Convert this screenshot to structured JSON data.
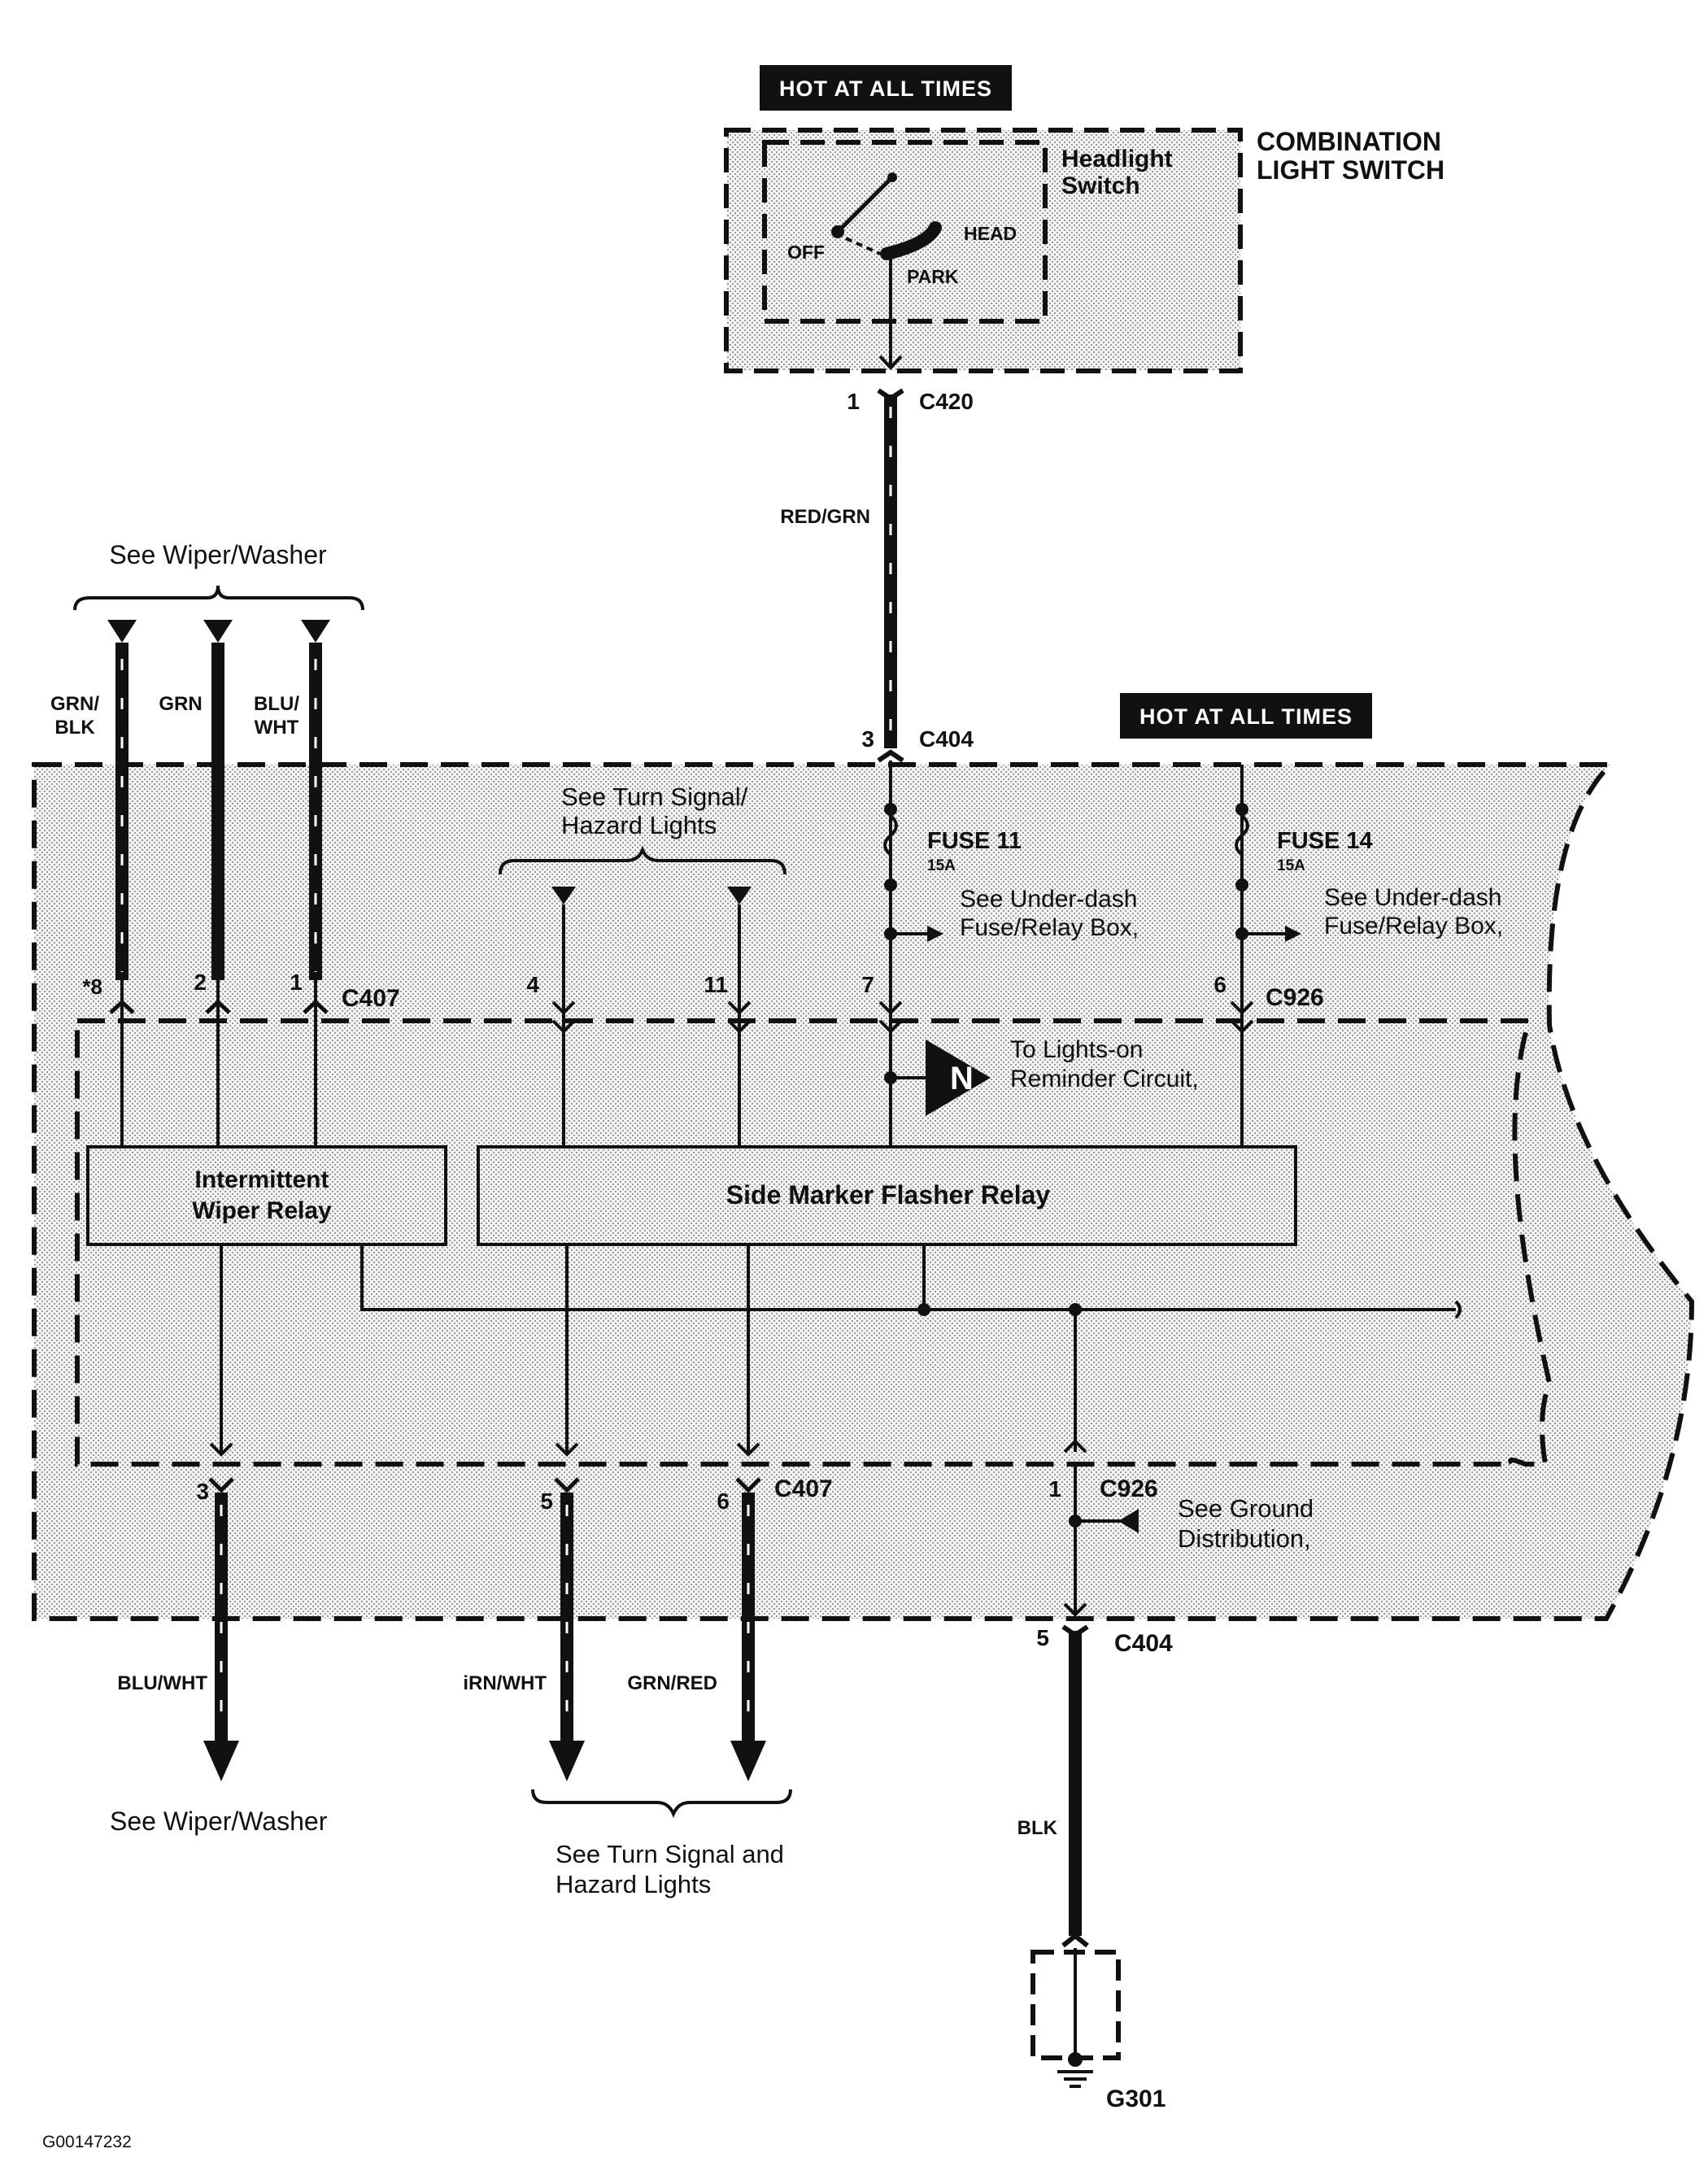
{
  "top_badge": "HOT AT ALL TIMES",
  "mid_badge": "HOT AT ALL TIMES",
  "switch_box": {
    "title": "COMBINATION",
    "title2": "LIGHT SWITCH",
    "switch_name": "Headlight",
    "switch_name2": "Switch",
    "pos_off": "OFF",
    "pos_head": "HEAD",
    "pos_park": "PARK"
  },
  "connectors": {
    "c420_pin": "1",
    "c420": "C420",
    "c404_top_pin": "3",
    "c404_top": "C404",
    "c407_top": "C407",
    "c926_top": "C926",
    "c407_bottom": "C407",
    "c926_bottom": "C926",
    "c404_bottom_pin": "5",
    "c404_bottom": "C404",
    "ground": "G301"
  },
  "pins_top": [
    "*8",
    "2",
    "1",
    "4",
    "11",
    "7",
    "6"
  ],
  "pins_bottom": [
    "3",
    "5",
    "6",
    "1"
  ],
  "wires": {
    "red_grn": "RED/GRN",
    "grn_blk_1": "GRN/",
    "grn_blk_2": "BLK",
    "grn": "GRN",
    "blu_wht_1": "BLU/",
    "blu_wht_2": "WHT",
    "blu_wht_bottom": "BLU/WHT",
    "grn_wht_bottom": "іRN/WHT",
    "grn_red_bottom": "GRN/RED",
    "blk": "BLK"
  },
  "refs": {
    "see_wiper_top": "See Wiper/Washer",
    "see_turn_top_1": "See Turn Signal/",
    "see_turn_top_2": "Hazard Lights",
    "see_wiper_bottom": "See  Wiper/Washer",
    "see_turn_bottom_1": "See Turn Signal and",
    "see_turn_bottom_2": "Hazard Lights",
    "fuse11_ref_1": "See Under-dash",
    "fuse11_ref_2": "Fuse/Relay Box,",
    "fuse14_ref_1": "See Under-dash",
    "fuse14_ref_2": "Fuse/Relay Box,",
    "lights_on_1": "To Lights-on",
    "lights_on_2": "Reminder Circuit,",
    "ground_ref_1": "See Ground",
    "ground_ref_2": "Distribution,"
  },
  "fuses": {
    "fuse11": "FUSE 11",
    "fuse11_amp": "15A",
    "fuse14": "FUSE 14",
    "fuse14_amp": "15A"
  },
  "relays": {
    "wiper_1": "Intermittent",
    "wiper_2": "Wiper Relay",
    "side_marker": "Side Marker Flasher Relay"
  },
  "n_marker": "N",
  "figure_id": "G00147232"
}
